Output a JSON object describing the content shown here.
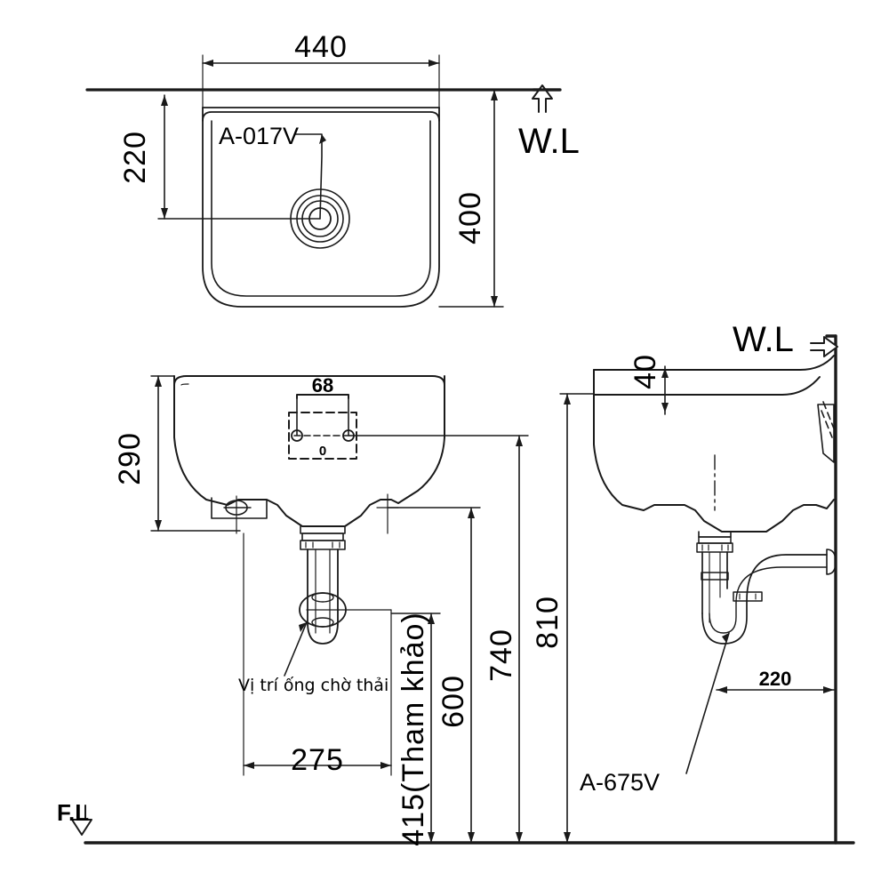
{
  "drawing": {
    "title": "Wall-hung lavatory installation drawing",
    "line_color": "#1a1a1a",
    "background": "#ffffff",
    "views": [
      {
        "id": "plan",
        "name": "plan-view-top"
      },
      {
        "id": "front",
        "name": "front-view-middle"
      },
      {
        "id": "side",
        "name": "side-view-right"
      }
    ]
  },
  "plan_view": {
    "width_dim": "440",
    "depth_dim": "400",
    "drain_offset_dim": "220",
    "product_label": "A-017V",
    "wall_line_marker": "W.L"
  },
  "front_view": {
    "bowl_height_dim": "290",
    "faucet_hole_dim": "68",
    "faucet_hole_sub": "0",
    "drain_offset_dim": "275",
    "rough_in_dim": "415(Tham khảo)",
    "mount_dim_600": "600",
    "mount_dim_740": "740",
    "drain_note": "Vị trí ống chờ thải",
    "floor_line_marker": "F.L"
  },
  "side_view": {
    "rim_dim": "40",
    "height_dim": "810",
    "wall_offset_dim": "220",
    "trap_label": "A-675V",
    "wall_line_marker": "W.L"
  },
  "markers": {
    "water_level": "W.L",
    "floor_level": "F.L",
    "up_arrow_icon": "up-arrow-marker",
    "down_arrow_icon": "down-arrow-marker",
    "right_arrow_icon": "right-arrow-marker"
  }
}
